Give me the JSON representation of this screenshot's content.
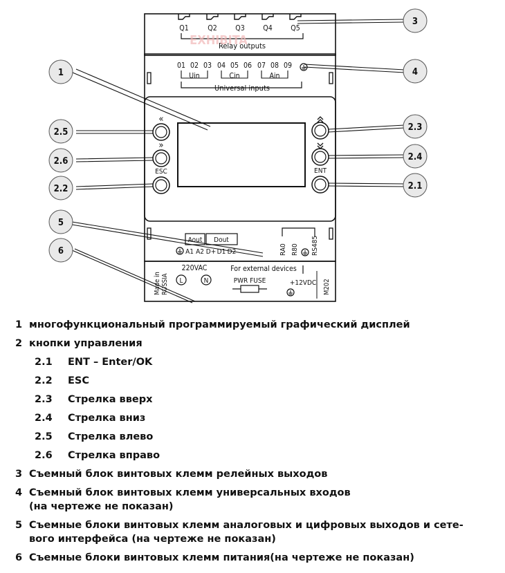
{
  "relay": {
    "outputs": [
      "Q1",
      "Q2",
      "Q3",
      "Q4",
      "Q5"
    ],
    "title": "Relay outputs"
  },
  "inputs": {
    "numbers": [
      "01",
      "02",
      "03",
      "04",
      "05",
      "06",
      "07",
      "08",
      "09"
    ],
    "groups": [
      "Uin",
      "Cin",
      "Ain"
    ],
    "title": "Universal inputs"
  },
  "buttons": {
    "esc": "ESC",
    "ent": "ENT"
  },
  "bottom": {
    "aout": "Aout",
    "dout": "Dout",
    "terminals": [
      "A1",
      "A2",
      "D+",
      "D1",
      "D2"
    ],
    "rs_labels": [
      "RA0",
      "R80",
      "RS485"
    ],
    "voltage": "220VAC",
    "l": "L",
    "n": "N",
    "ext": "For external devices",
    "fuse": "PWR FUSE",
    "v12": "+12VDC",
    "made_in": "Made in",
    "russia": "RUSSIA",
    "model": "M202",
    "watermark": "EXHIBITA"
  },
  "callouts": [
    "1",
    "2.5",
    "2.6",
    "2.2",
    "5",
    "6",
    "3",
    "4",
    "2.3",
    "2.4",
    "2.1"
  ],
  "legend": [
    {
      "num": "1",
      "text": "многофункциональный программируемый графический дисплей",
      "sub": false
    },
    {
      "num": "2",
      "text": "кнопки управления",
      "sub": false
    },
    {
      "num": "2.1",
      "text": "ENT – Enter/OK",
      "sub": true
    },
    {
      "num": "2.2",
      "text": "ESC",
      "sub": true
    },
    {
      "num": "2.3",
      "text": "Стрелка вверх",
      "sub": true
    },
    {
      "num": "2.4",
      "text": "Стрелка вниз",
      "sub": true
    },
    {
      "num": "2.5",
      "text": "Стрелка влево",
      "sub": true
    },
    {
      "num": "2.6",
      "text": "Стрелка вправо",
      "sub": true
    },
    {
      "num": "3",
      "text": "Съемный блок винтовых клемм релейных выходов",
      "sub": false
    },
    {
      "num": "4",
      "text": "Съемный блок винтовых клемм универсальных входов\n(на чертеже не показан)",
      "sub": false
    },
    {
      "num": "5",
      "text": "Съемные блоки винтовых клемм аналоговых и цифровых выходов и сете-\nвого интерфейса (на чертеже не показан)",
      "sub": false
    },
    {
      "num": "6",
      "text": "Съемные блоки винтовых клемм питания(на чертеже не показан)",
      "sub": false
    }
  ]
}
